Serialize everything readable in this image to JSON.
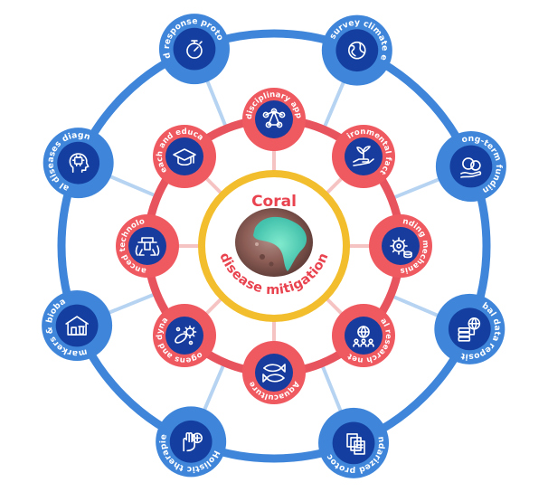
{
  "center": {
    "title": "Coral",
    "subtitle": "disease mitigation"
  },
  "inner_nodes": [
    {
      "label": "Transdisciplinary approach",
      "icon": "network-people-icon"
    },
    {
      "label": "Environmental factors",
      "icon": "hand-plant-icon"
    },
    {
      "label": "Funding mechanism",
      "icon": "gear-coins-icon"
    },
    {
      "label": "Global research network",
      "icon": "globe-people-icon"
    },
    {
      "label": "Aquaculture",
      "icon": "fish-icon"
    },
    {
      "label": "Pathogens and dynamics",
      "icon": "microbes-icon"
    },
    {
      "label": "Advanced technologies",
      "icon": "robot-arm-icon"
    },
    {
      "label": "Outreach and education",
      "icon": "graduation-cap-icon"
    }
  ],
  "outer_nodes": [
    {
      "label": "Rapid response protocols",
      "icon": "stopwatch-icon"
    },
    {
      "label": "Long-survey climate effects",
      "icon": "globe-icon"
    },
    {
      "label": "Long-term funding",
      "icon": "coins-hand-icon"
    },
    {
      "label": "Global data repository",
      "icon": "database-globe-icon"
    },
    {
      "label": "Standarized protocols",
      "icon": "documents-icon"
    },
    {
      "label": "Holistic therapies",
      "icon": "medical-hand-icon"
    },
    {
      "label": "Biomarkers & biobanks",
      "icon": "biobank-building-icon"
    },
    {
      "label": "AI coral diseases diagnostics",
      "icon": "ai-head-icon"
    }
  ],
  "colors": {
    "outer_ring": "#3f86da",
    "outer_spoke": "#b6d3f2",
    "outer_node_fill": "#143fa0",
    "outer_node_border": "#3f86da",
    "inner_ring": "#e8545e",
    "inner_spoke": "#f6c3c3",
    "inner_node_fill": "#173c9e",
    "inner_node_border": "#ef5960",
    "center_border": "#f2be2e",
    "center_text": "#e8434f"
  }
}
